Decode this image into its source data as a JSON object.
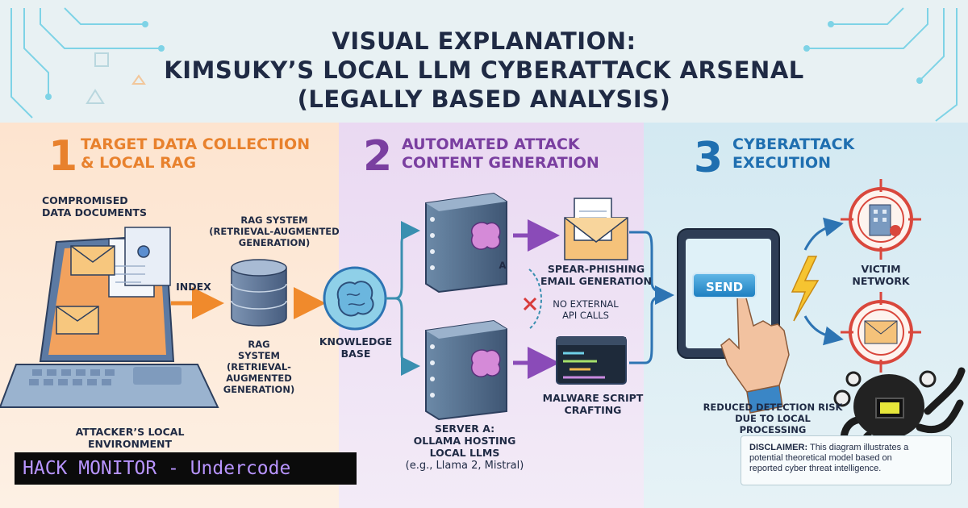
{
  "title": {
    "line1": "VISUAL EXPLANATION:",
    "line2": "KIMSUKY’S LOCAL LLM CYBERATTACK ARSENAL",
    "line3": "(LEGALLY BASED ANALYSIS)"
  },
  "panels": [
    {
      "number": "1",
      "title_line1": "TARGET DATA COLLECTION",
      "title_line2": "& LOCAL RAG",
      "color": "#e8812d"
    },
    {
      "number": "2",
      "title_line1": "AUTOMATED ATTACK",
      "title_line2": "CONTENT GENERATION",
      "color": "#7a3fa0"
    },
    {
      "number": "3",
      "title_line1": "CYBERATTACK",
      "title_line2": "EXECUTION",
      "color": "#1f6fb0"
    }
  ],
  "stage1": {
    "compromised_line1": "COMPROMISED",
    "compromised_line2": "DATA DOCUMENTS",
    "index": "INDEX",
    "rag_top_line1": "RAG SYSTEM",
    "rag_top_line2": "(RETRIEVAL-AUGMENTED",
    "rag_top_line3": "GENERATION)",
    "rag_bottom_line1": "RAG",
    "rag_bottom_line2": "SYSTEM",
    "rag_bottom_line3": "(RETRIEVAL-",
    "rag_bottom_line4": "AUGMENTED",
    "rag_bottom_line5": "GENERATION)",
    "knowledge_line1": "KNOWLEDGE",
    "knowledge_line2": "BASE",
    "attacker_line1": "ATTACKER’S LOCAL",
    "attacker_line2": "ENVIRONMENT"
  },
  "stage2": {
    "spear_line1": "SPEAR-PHISHING",
    "spear_line2": "EMAIL GENERATION",
    "noapi_line1": "NO EXTERNAL",
    "noapi_line2": "API CALLS",
    "malware_line1": "MALWARE SCRIPT",
    "malware_line2": "CRAFTING",
    "server_line1": "SERVER A:",
    "server_line2": "OLLAMA HOSTING",
    "server_line3": "LOCAL LLMs",
    "server_line4": "(e.g., Llama 2, Mistral)",
    "server_tag": "A"
  },
  "stage3": {
    "send": "SEND",
    "victim_line1": "VICTIM",
    "victim_line2": "NETWORK",
    "reduced_line1": "REDUCED DETECTION RISK",
    "reduced_line2": "DUE TO LOCAL PROCESSING",
    "disclaimer_label": "DISCLAIMER:",
    "disclaimer_line1": "This diagram illustrates a",
    "disclaimer_line2": "potential theoretical model based on",
    "disclaimer_line3": "reported cyber threat intelligence."
  },
  "badge": "HACK MONITOR - Undercode"
}
